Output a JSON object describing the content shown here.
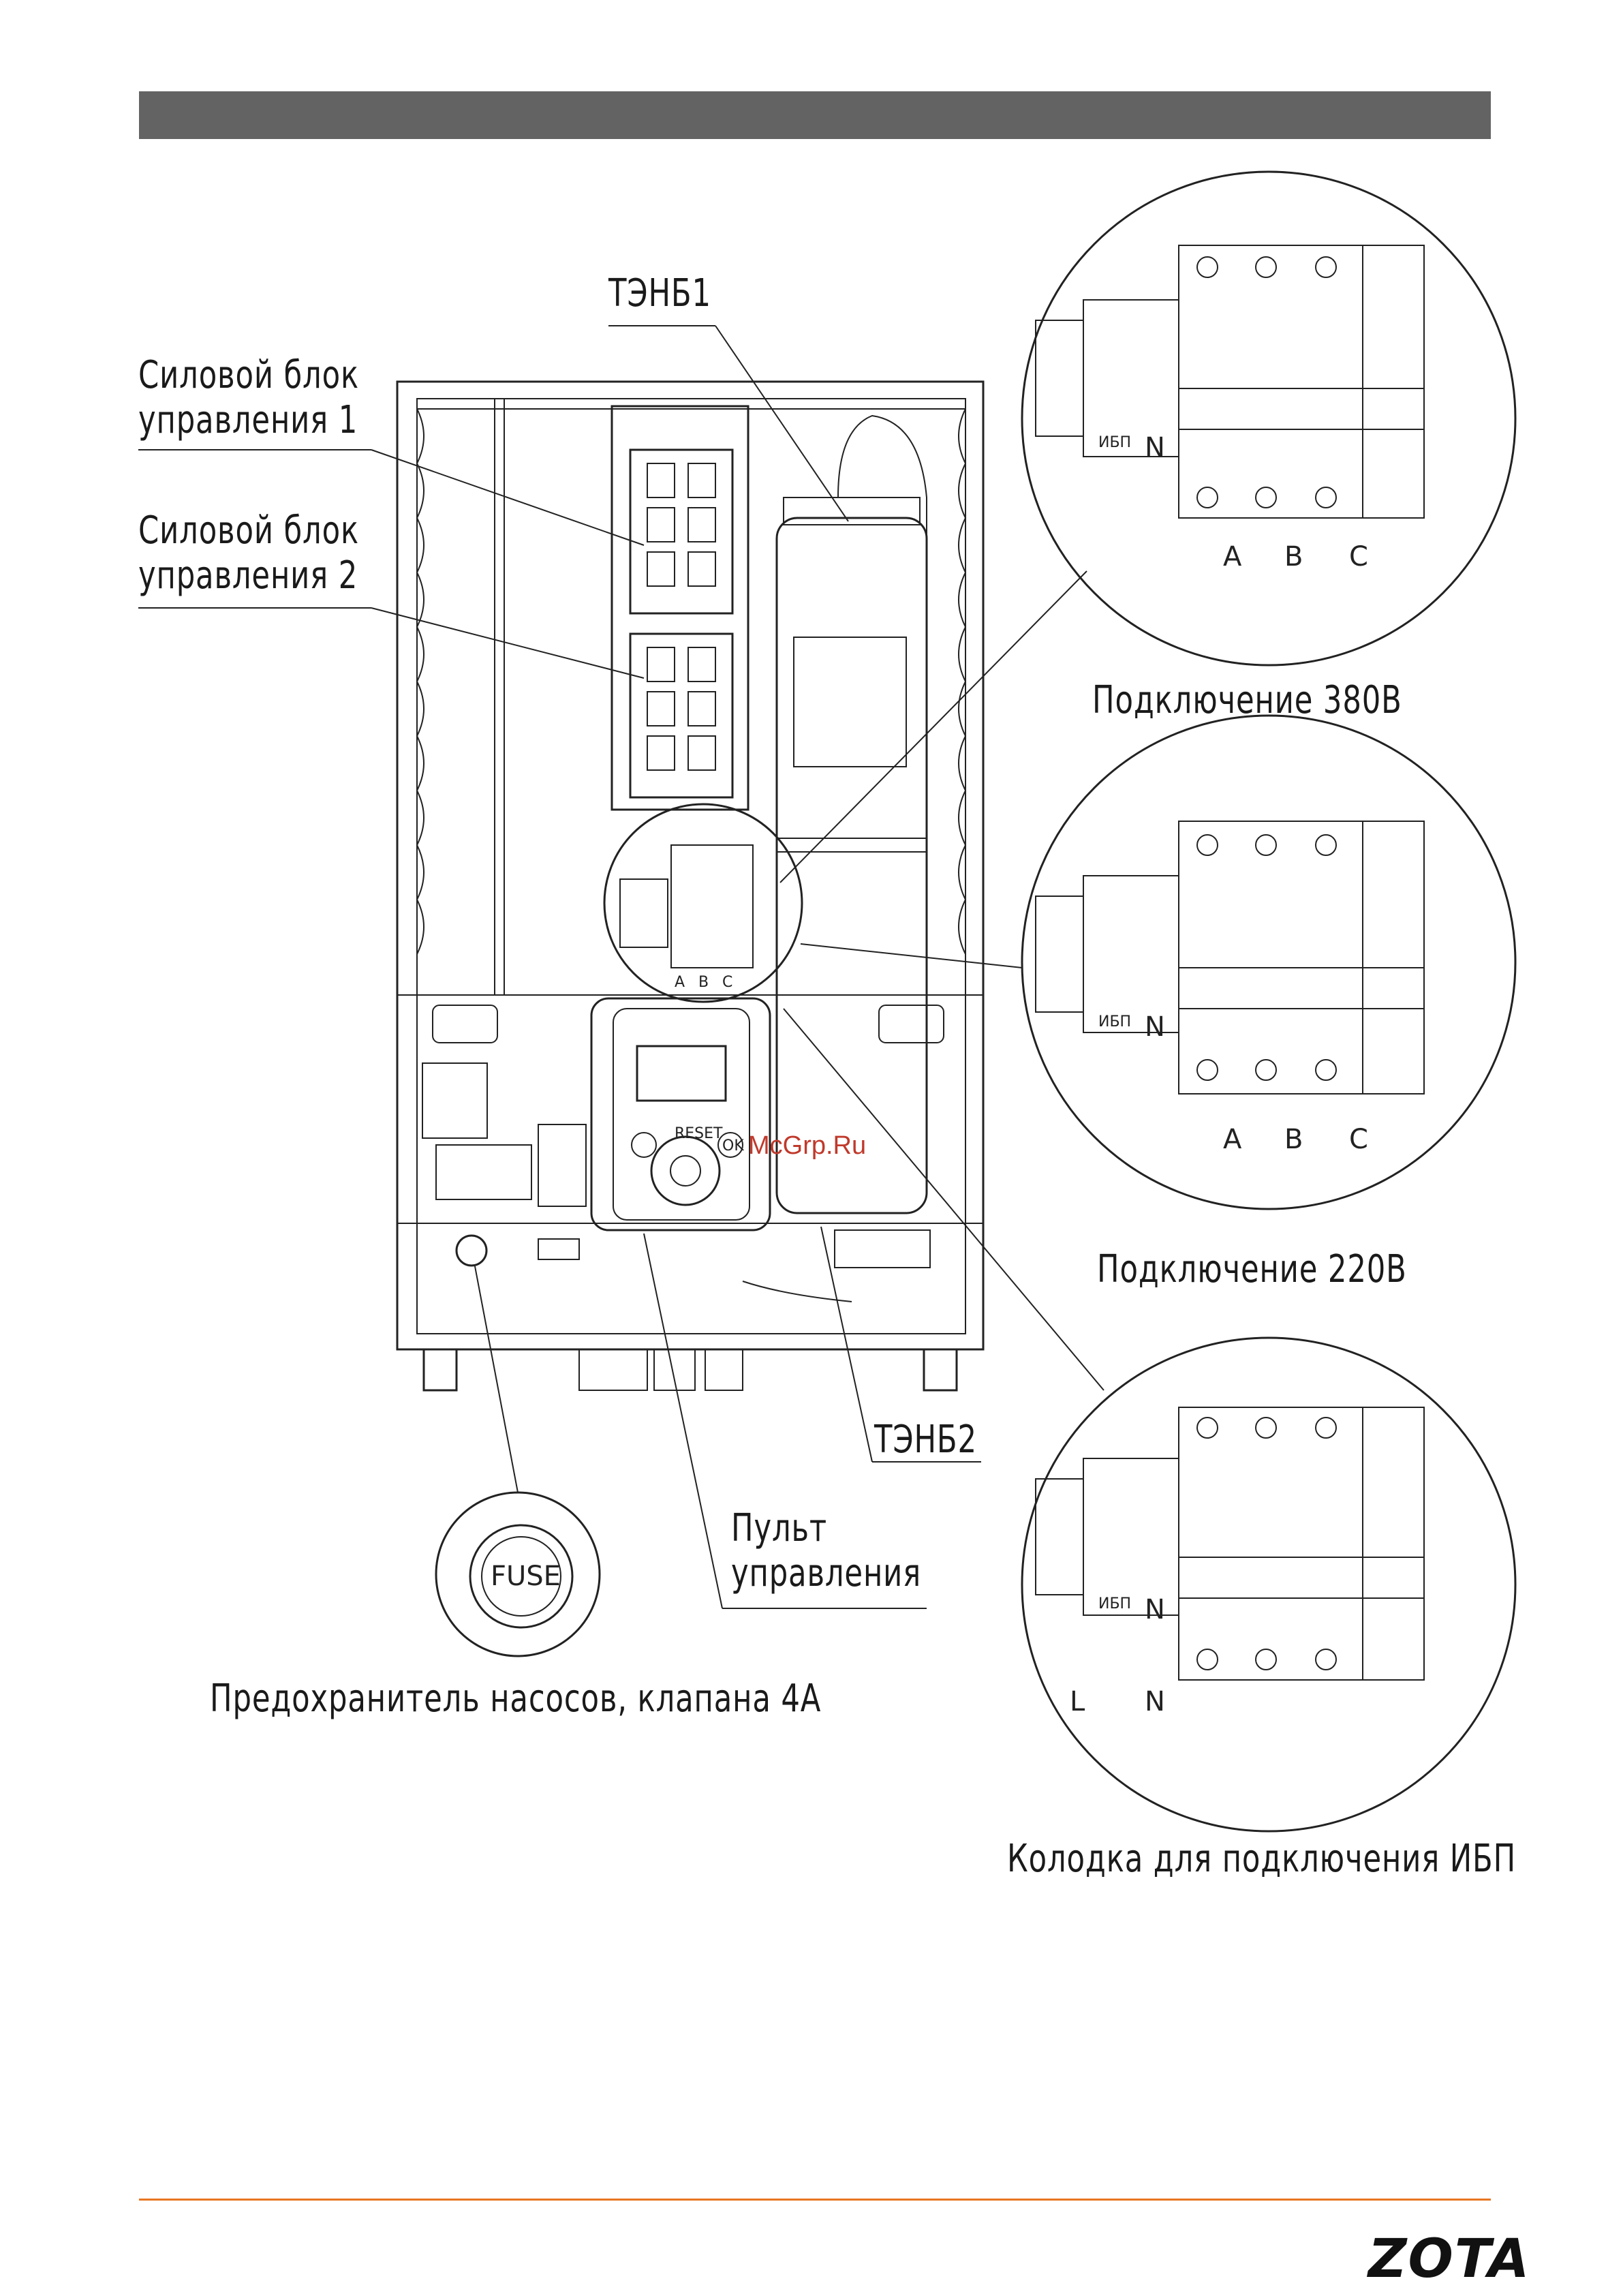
{
  "labels": {
    "tenb1": "ТЭНБ1",
    "power_block_1": "Силовой блок\nуправления 1",
    "power_block_2": "Силовой блок\nуправления 2",
    "conn_380": "Подключение 380В",
    "conn_220": "Подключение 220В",
    "tenb2": "ТЭНБ2",
    "control_panel": "Пульт\nуправления",
    "fuse_caption": "Предохранитель насосов, клапана 4А",
    "ups_block": "Колодка для подключения ИБП"
  },
  "terminal_labels": {
    "phase_a": "A",
    "phase_b": "B",
    "phase_c": "C",
    "neutral": "N",
    "line": "L",
    "ups": "ИБП"
  },
  "fuse_text": "FUSE",
  "panel": {
    "reset": "RESET",
    "ok": "OK"
  },
  "watermark": "McGrp.Ru",
  "logo": "ZOTA",
  "colors": {
    "header_bar": "#636363",
    "footer_line": "#e87722",
    "watermark": "#c0392b"
  }
}
